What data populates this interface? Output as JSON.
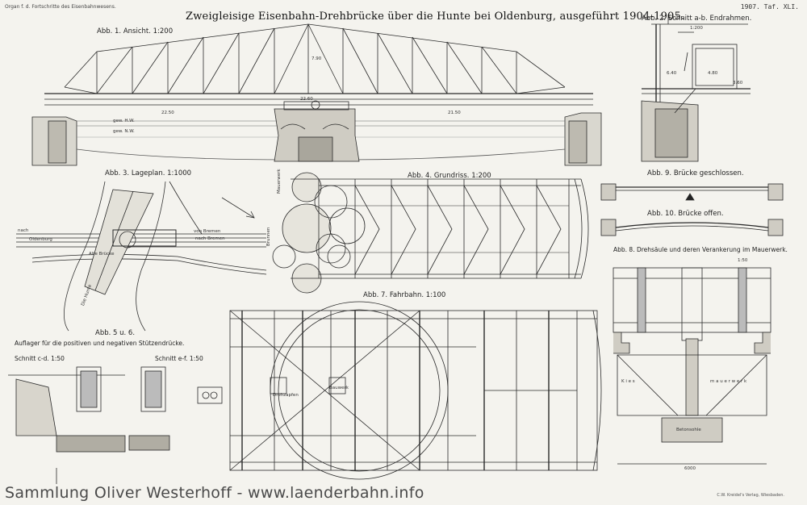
{
  "header": {
    "left_note": "Organ f. d. Fortschritte des Eisenbahnwesens.",
    "plate": "1907. Taf. XLI.",
    "title": "Zweigleisige Eisenbahn-Drehbrücke über die Hunte bei Oldenburg, ausgeführt 1904-1905."
  },
  "figures": {
    "abb1": "Abb. 1. Ansicht. 1:200",
    "abb2": "Abb. 2. Schnitt a-b. Endrahmen.",
    "abb2_scale": "1:200",
    "abb3": "Abb. 3. Lageplan. 1:1000",
    "abb4": "Abb. 4. Grundriss. 1:200",
    "abb9": "Abb. 9. Brücke geschlossen.",
    "abb10": "Abb. 10. Brücke offen.",
    "abb8": "Abb. 8. Drehsäule und deren Verankerung im Mauerwerk.",
    "abb8_scale": "1:50",
    "abb7": "Abb. 7. Fahrbahn. 1:100",
    "abb56": "Abb. 5 u. 6.",
    "abb56_sub": "Auflager für die positiven und negativen Stützendrücke.",
    "cut_cd": "Schnitt c-d. 1:50",
    "cut_ef": "Schnitt e-f. 1:50"
  },
  "site_labels": {
    "oldenburg": "Oldenburg",
    "nach": "nach",
    "von_bremen": "von Bremen",
    "nach_bremen": "nach Bremen",
    "die_hunte": "Die Hunte",
    "alte_bruecke": "Alte Brücke"
  },
  "plan_labels": {
    "brunnen": "Brunnen",
    "mauerwerk": "Mauerwerk",
    "drehzapfen": "Drehzapfen",
    "bauwerk": "Bauwerk",
    "betonsohle": "Betonsohle",
    "kies": "K i e s",
    "mauerwerk_spaced": "m a u e r w e r k"
  },
  "dims": {
    "span_top": "22.60",
    "span_left": "22.50",
    "span_right": "21.50",
    "height": "7.90",
    "hw": "gew. H.W.",
    "nw": "gew. N.W.",
    "d1": "6.40",
    "d2": "4.80",
    "d3": "3.60",
    "d4": "6000"
  },
  "footer": {
    "watermark": "Sammlung Oliver Westerhoff - www.laenderbahn.info",
    "publisher": "C.W. Kreidel's Verlag, Wiesbaden."
  }
}
